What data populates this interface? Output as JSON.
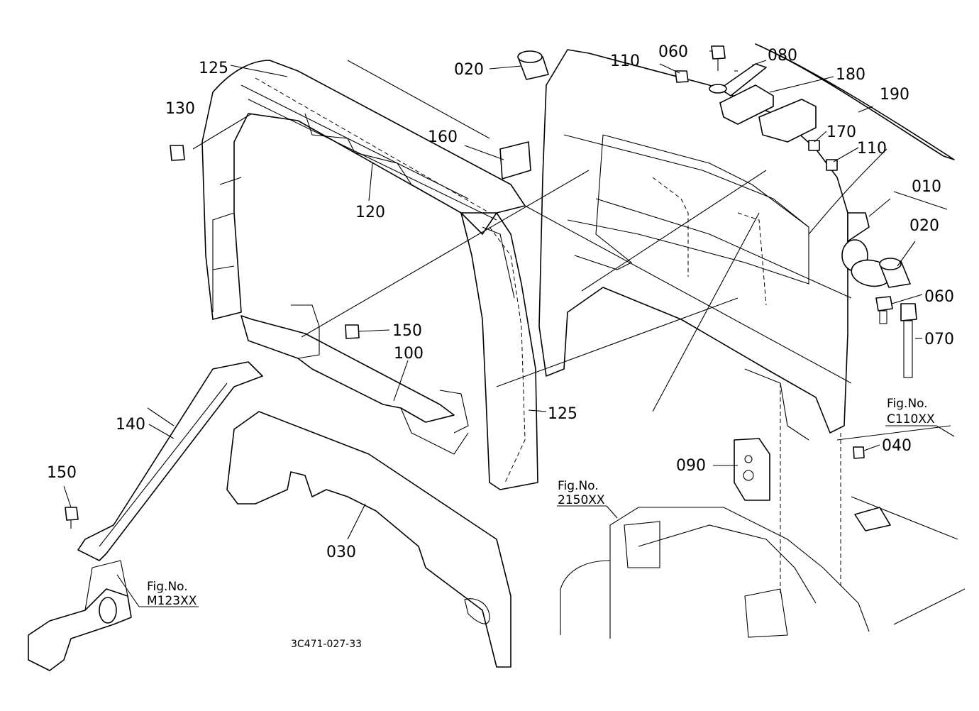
{
  "drawing_code": "3C471-027-33",
  "part_labels": {
    "p010": "010",
    "p020a": "020",
    "p020b": "020",
    "p030": "030",
    "p040": "040",
    "p060a": "060",
    "p060b": "060",
    "p070": "070",
    "p080": "080",
    "p090": "090",
    "p100": "100",
    "p110a": "110",
    "p110b": "110",
    "p120": "120",
    "p125a": "125",
    "p125b": "125",
    "p130": "130",
    "p140": "140",
    "p150a": "150",
    "p150b": "150",
    "p160": "160",
    "p170": "170",
    "p180": "180",
    "p190": "190"
  },
  "figure_refs": {
    "c110": {
      "prefix": "Fig.No.",
      "number": "C110XX"
    },
    "f2150": {
      "prefix": "Fig.No.",
      "number": "2150XX"
    },
    "m123": {
      "prefix": "Fig.No.",
      "number": "M123XX"
    }
  }
}
